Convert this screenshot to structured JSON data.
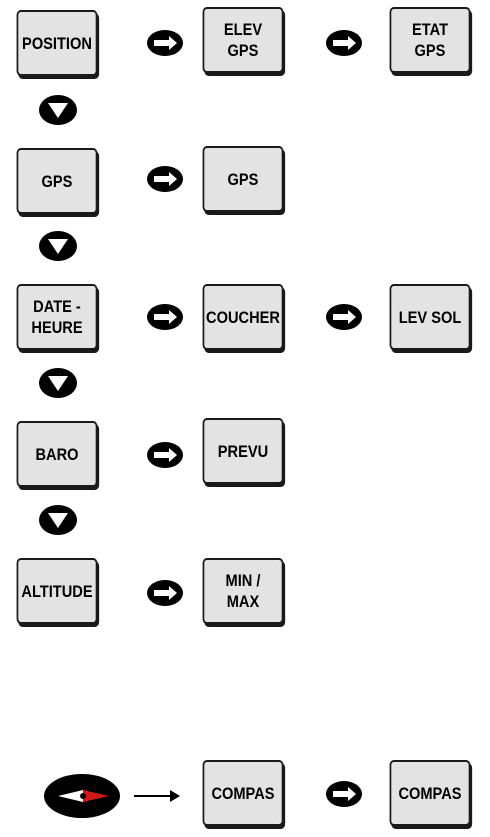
{
  "rows": [
    {
      "main": "POSITION",
      "sub1": "ELEV\nGPS",
      "sub2": "ETAT\nGPS"
    },
    {
      "main": "GPS",
      "sub1": "GPS"
    },
    {
      "main": "DATE -\nHEURE",
      "sub1": "COUCHER",
      "sub2": "LEV SOL"
    },
    {
      "main": "BARO",
      "sub1": "PREVU"
    },
    {
      "main": "ALTITUDE",
      "sub1": "MIN /\nMAX"
    }
  ],
  "compass_row": {
    "sub1": "COMPAS",
    "sub2": "COMPAS"
  },
  "colors": {
    "box_fill": "#e3e3e3",
    "border": "#1a1a1a",
    "compass_needle": "#d01818"
  },
  "icons": {
    "right_button": "right-arrow-button-icon",
    "down_button": "down-arrow-button-icon",
    "compass": "compass-icon"
  }
}
